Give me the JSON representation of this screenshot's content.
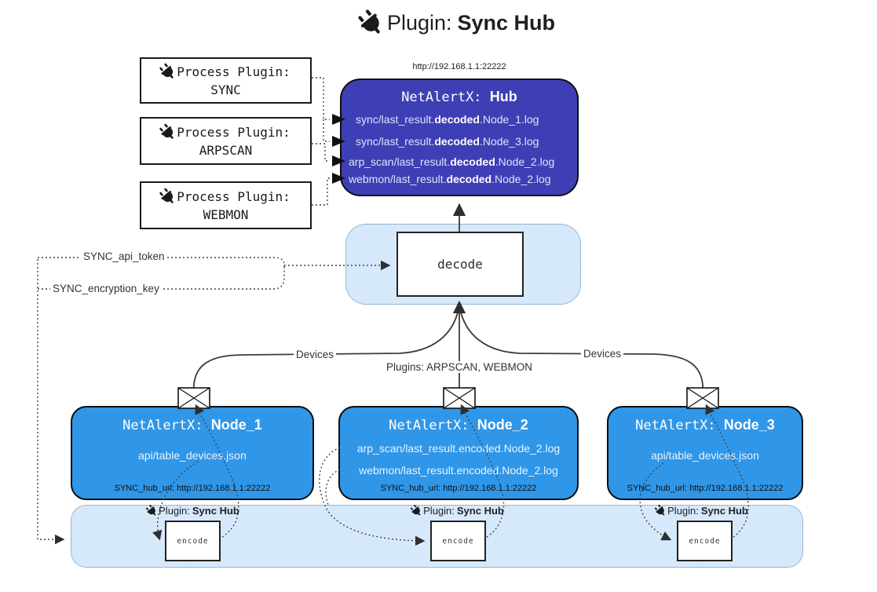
{
  "colors": {
    "hub-bg": "#3f3fb5",
    "node-bg": "#2f96e8",
    "panel-bg": "#d6e9fb",
    "panel-border": "#5b7fa6",
    "hub-text": "#dfe3f8",
    "node-text": "#eaf3fd"
  },
  "title": {
    "prefix": "Plugin:",
    "name": "Sync Hub"
  },
  "hub": {
    "url": "http://192.168.1.1:22222",
    "title_prefix": "NetAlertX:",
    "title_name": "Hub",
    "lines": [
      {
        "pre": "sync/last_result.",
        "bold": "decoded",
        "post": ".Node_1.log"
      },
      {
        "pre": "sync/last_result.",
        "bold": "decoded",
        "post": ".Node_3.log"
      },
      {
        "pre": "arp_scan/last_result.",
        "bold": "decoded",
        "post": ".Node_2.log"
      },
      {
        "pre": "webmon/last_result.",
        "bold": "decoded",
        "post": ".Node_2.log"
      }
    ]
  },
  "process_plugins": [
    {
      "label": "Process Plugin:",
      "name": "SYNC"
    },
    {
      "label": "Process Plugin:",
      "name": "ARPSCAN"
    },
    {
      "label": "Process Plugin:",
      "name": "WEBMON"
    }
  ],
  "decode": {
    "label": "decode"
  },
  "keys": {
    "api_token": "SYNC_api_token",
    "encryption_key": "SYNC_encryption_key"
  },
  "edges": {
    "left": "Devices",
    "middle": "Plugins: ARPSCAN, WEBMON",
    "right": "Devices"
  },
  "nodes": [
    {
      "title_prefix": "NetAlertX:",
      "title_name": "Node_1",
      "lines": [
        "api/table_devices.json"
      ],
      "hub_url": "SYNC_hub_url: http://192.168.1.1:22222"
    },
    {
      "title_prefix": "NetAlertX:",
      "title_name": "Node_2",
      "lines": [
        "arp_scan/last_result.encoded.Node_2.log",
        "webmon/last_result.encoded.Node_2.log"
      ],
      "hub_url": "SYNC_hub_url: http://192.168.1.1:22222"
    },
    {
      "title_prefix": "NetAlertX:",
      "title_name": "Node_3",
      "lines": [
        "api/table_devices.json"
      ],
      "hub_url": "SYNC_hub_url: http://192.168.1.1:22222"
    }
  ],
  "encoder": {
    "plugin_label": "Plugin:",
    "plugin_name": "Sync Hub",
    "encode_label": "encode"
  }
}
